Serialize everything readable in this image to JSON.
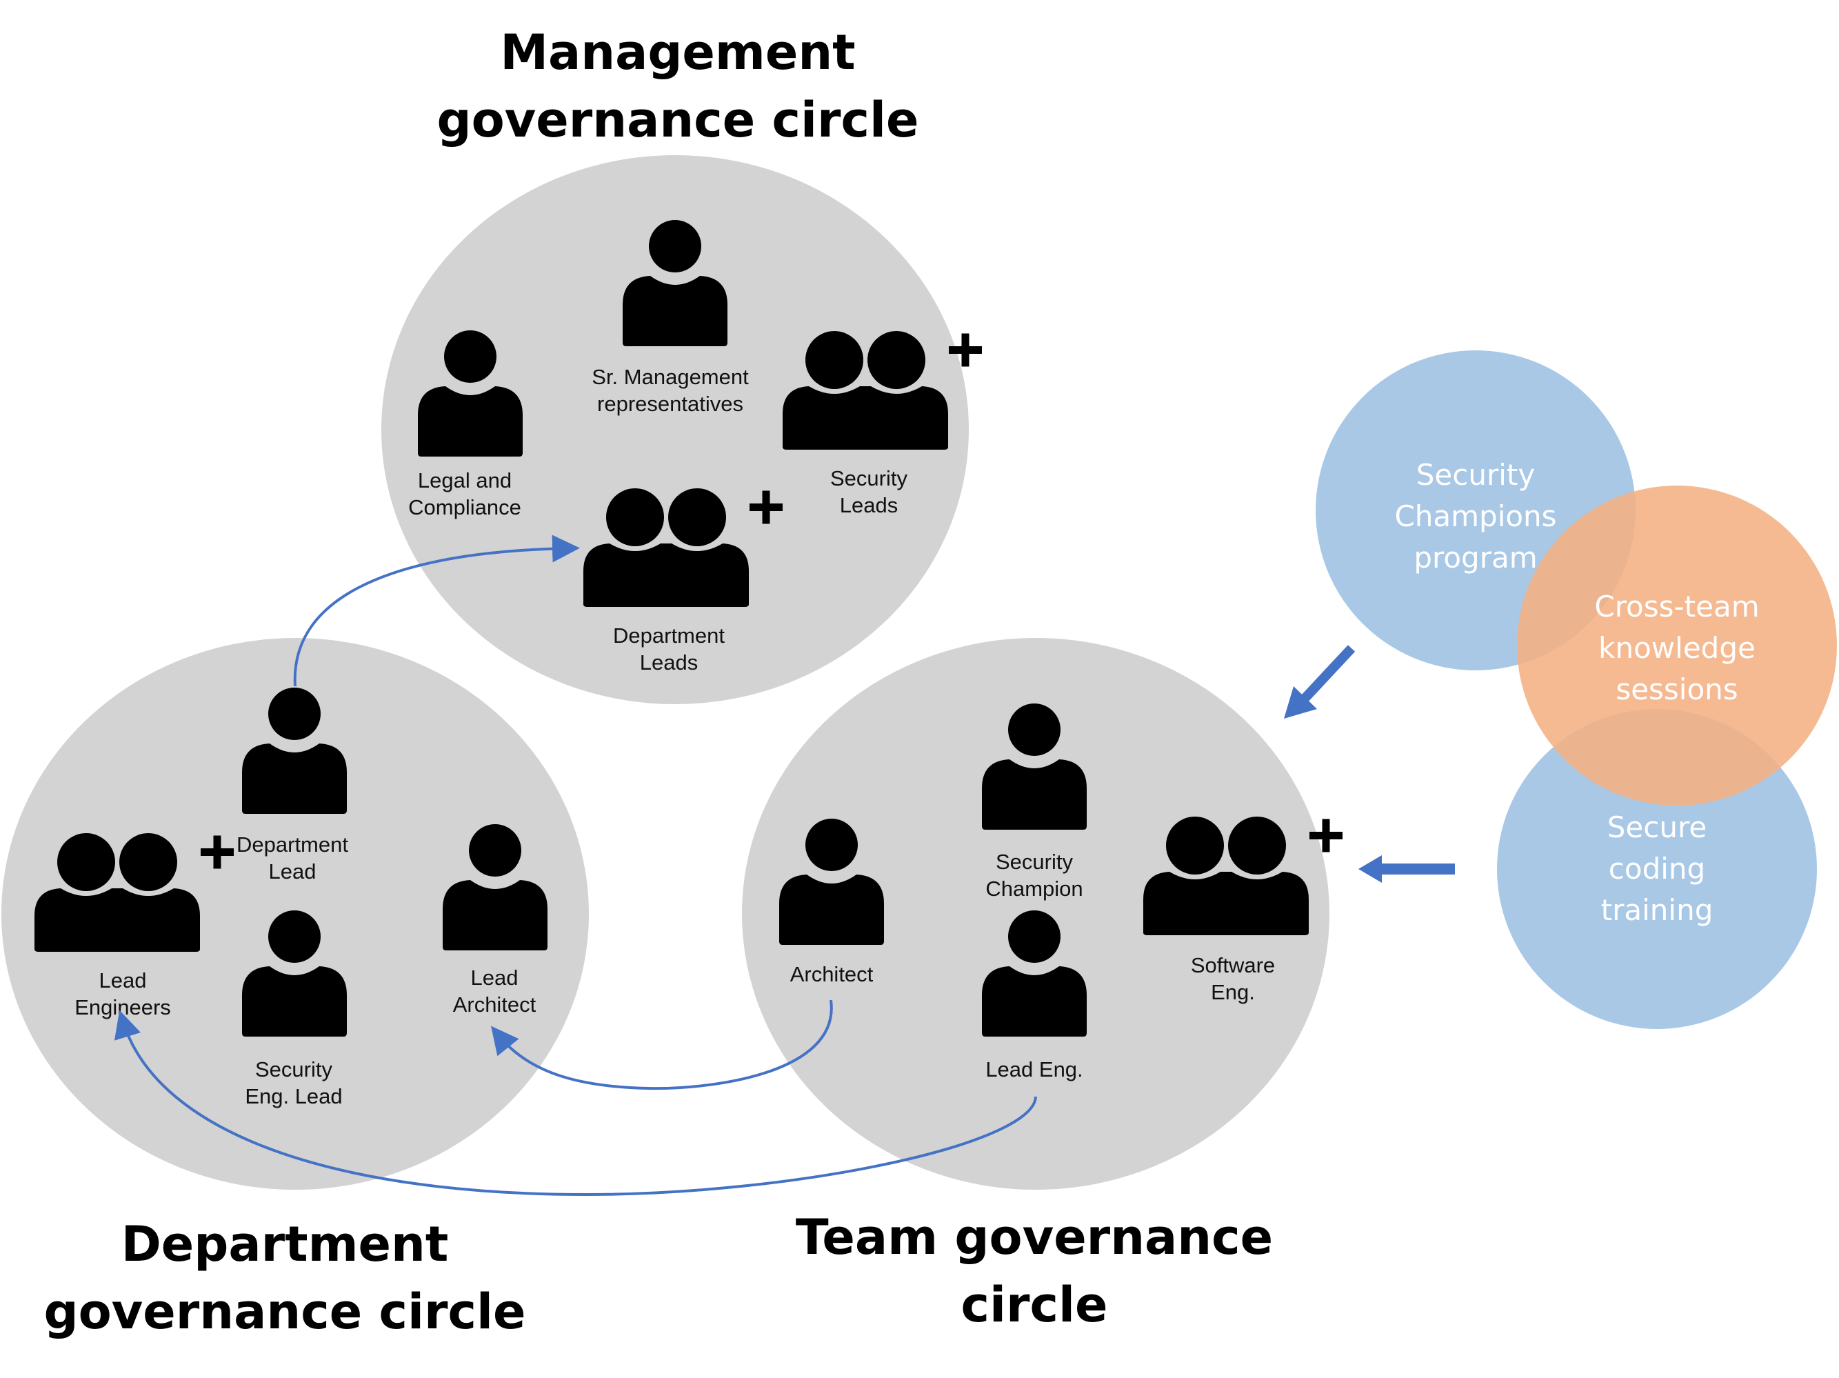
{
  "colors": {
    "circle_fill": "#d3d3d3",
    "icon_fill": "#000000",
    "arrow": "#4472c4",
    "program_blue": "#a9c8e6",
    "program_orange": "#f4b183",
    "program_text": "#ffffff"
  },
  "circles": {
    "management": {
      "title_line1": "Management",
      "title_line2": "governance circle",
      "roles": {
        "sr_management": {
          "line1": "Sr. Management",
          "line2": "representatives",
          "icon": "person-icon"
        },
        "legal": {
          "line1": "Legal and",
          "line2": "Compliance",
          "icon": "person-icon"
        },
        "security_leads": {
          "line1": "Security",
          "line2": "Leads",
          "icon": "group-plus-icon"
        },
        "department_leads": {
          "line1": "Department",
          "line2": "Leads",
          "icon": "group-plus-icon"
        }
      }
    },
    "department": {
      "title_line1": "Department",
      "title_line2": "governance circle",
      "roles": {
        "department_lead": {
          "line1": "Department",
          "line2": "Lead",
          "icon": "person-icon"
        },
        "lead_engineers": {
          "line1": "Lead",
          "line2": "Engineers",
          "icon": "group-plus-icon"
        },
        "lead_architect": {
          "line1": "Lead",
          "line2": "Architect",
          "icon": "person-icon"
        },
        "security_eng_lead": {
          "line1": "Security",
          "line2": "Eng. Lead",
          "icon": "person-icon"
        }
      }
    },
    "team": {
      "title_line1": "Team governance",
      "title_line2": "circle",
      "roles": {
        "architect": {
          "line1": "Architect",
          "icon": "person-icon"
        },
        "security_champion": {
          "line1": "Security",
          "line2": "Champion",
          "icon": "person-icon"
        },
        "software_eng": {
          "line1": "Software",
          "line2": "Eng.",
          "icon": "group-plus-icon"
        },
        "lead_eng": {
          "line1": "Lead Eng.",
          "icon": "person-icon"
        }
      }
    }
  },
  "programs": {
    "security_champions": {
      "line1": "Security",
      "line2": "Champions",
      "line3": "program"
    },
    "cross_team": {
      "line1": "Cross-team",
      "line2": "knowledge",
      "line3": "sessions"
    },
    "secure_coding": {
      "line1": "Secure",
      "line2": "coding",
      "line3": "training"
    }
  }
}
